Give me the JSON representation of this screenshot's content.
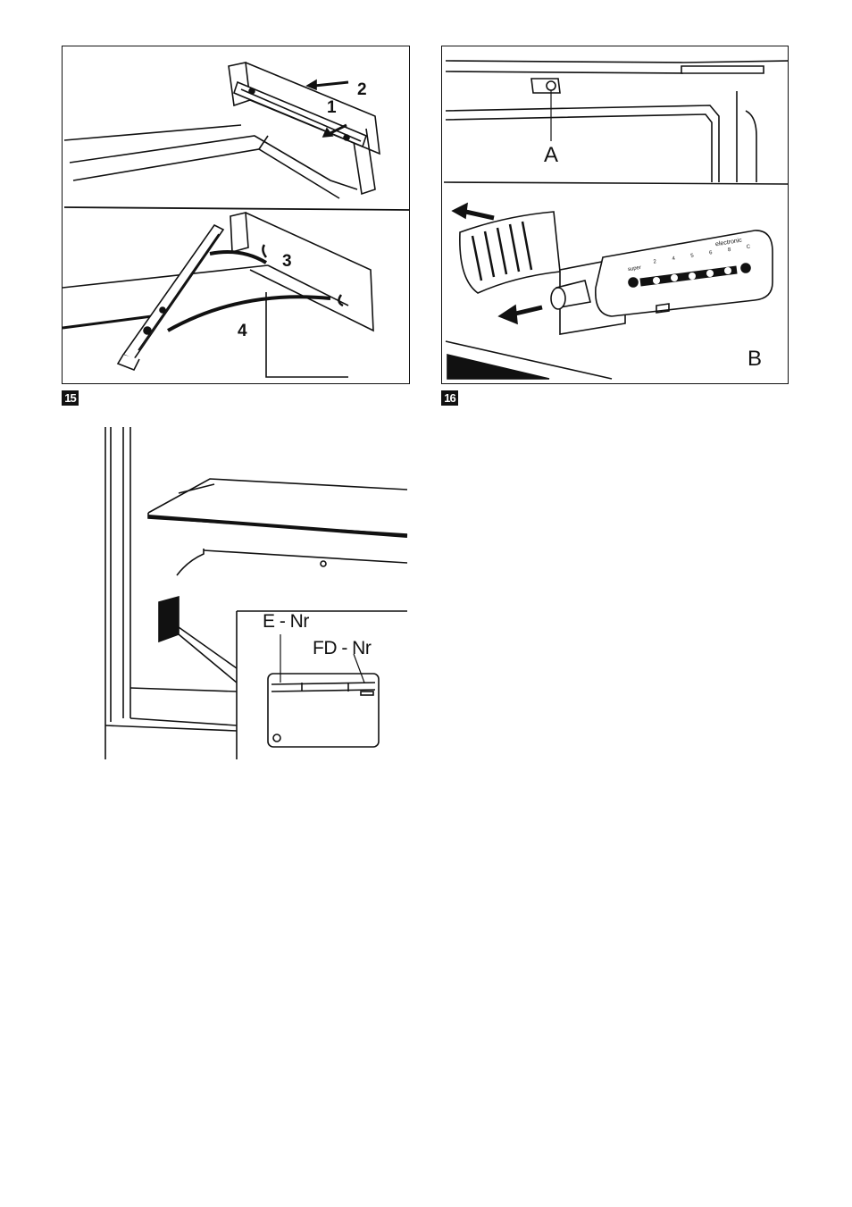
{
  "figures": [
    {
      "number": "15",
      "steps": [
        "1",
        "2",
        "3",
        "4"
      ]
    },
    {
      "number": "16",
      "labels": [
        "A",
        "B"
      ],
      "control_panel": {
        "brand": "electronic",
        "super_label": "super",
        "scale": [
          "2",
          "4",
          "5",
          "6",
          "8",
          "C"
        ]
      }
    },
    {
      "labels": [
        "E - Nr",
        "FD - Nr"
      ]
    }
  ],
  "colors": {
    "ink": "#111111",
    "paper": "#ffffff",
    "shade": "#d9d9d9"
  }
}
